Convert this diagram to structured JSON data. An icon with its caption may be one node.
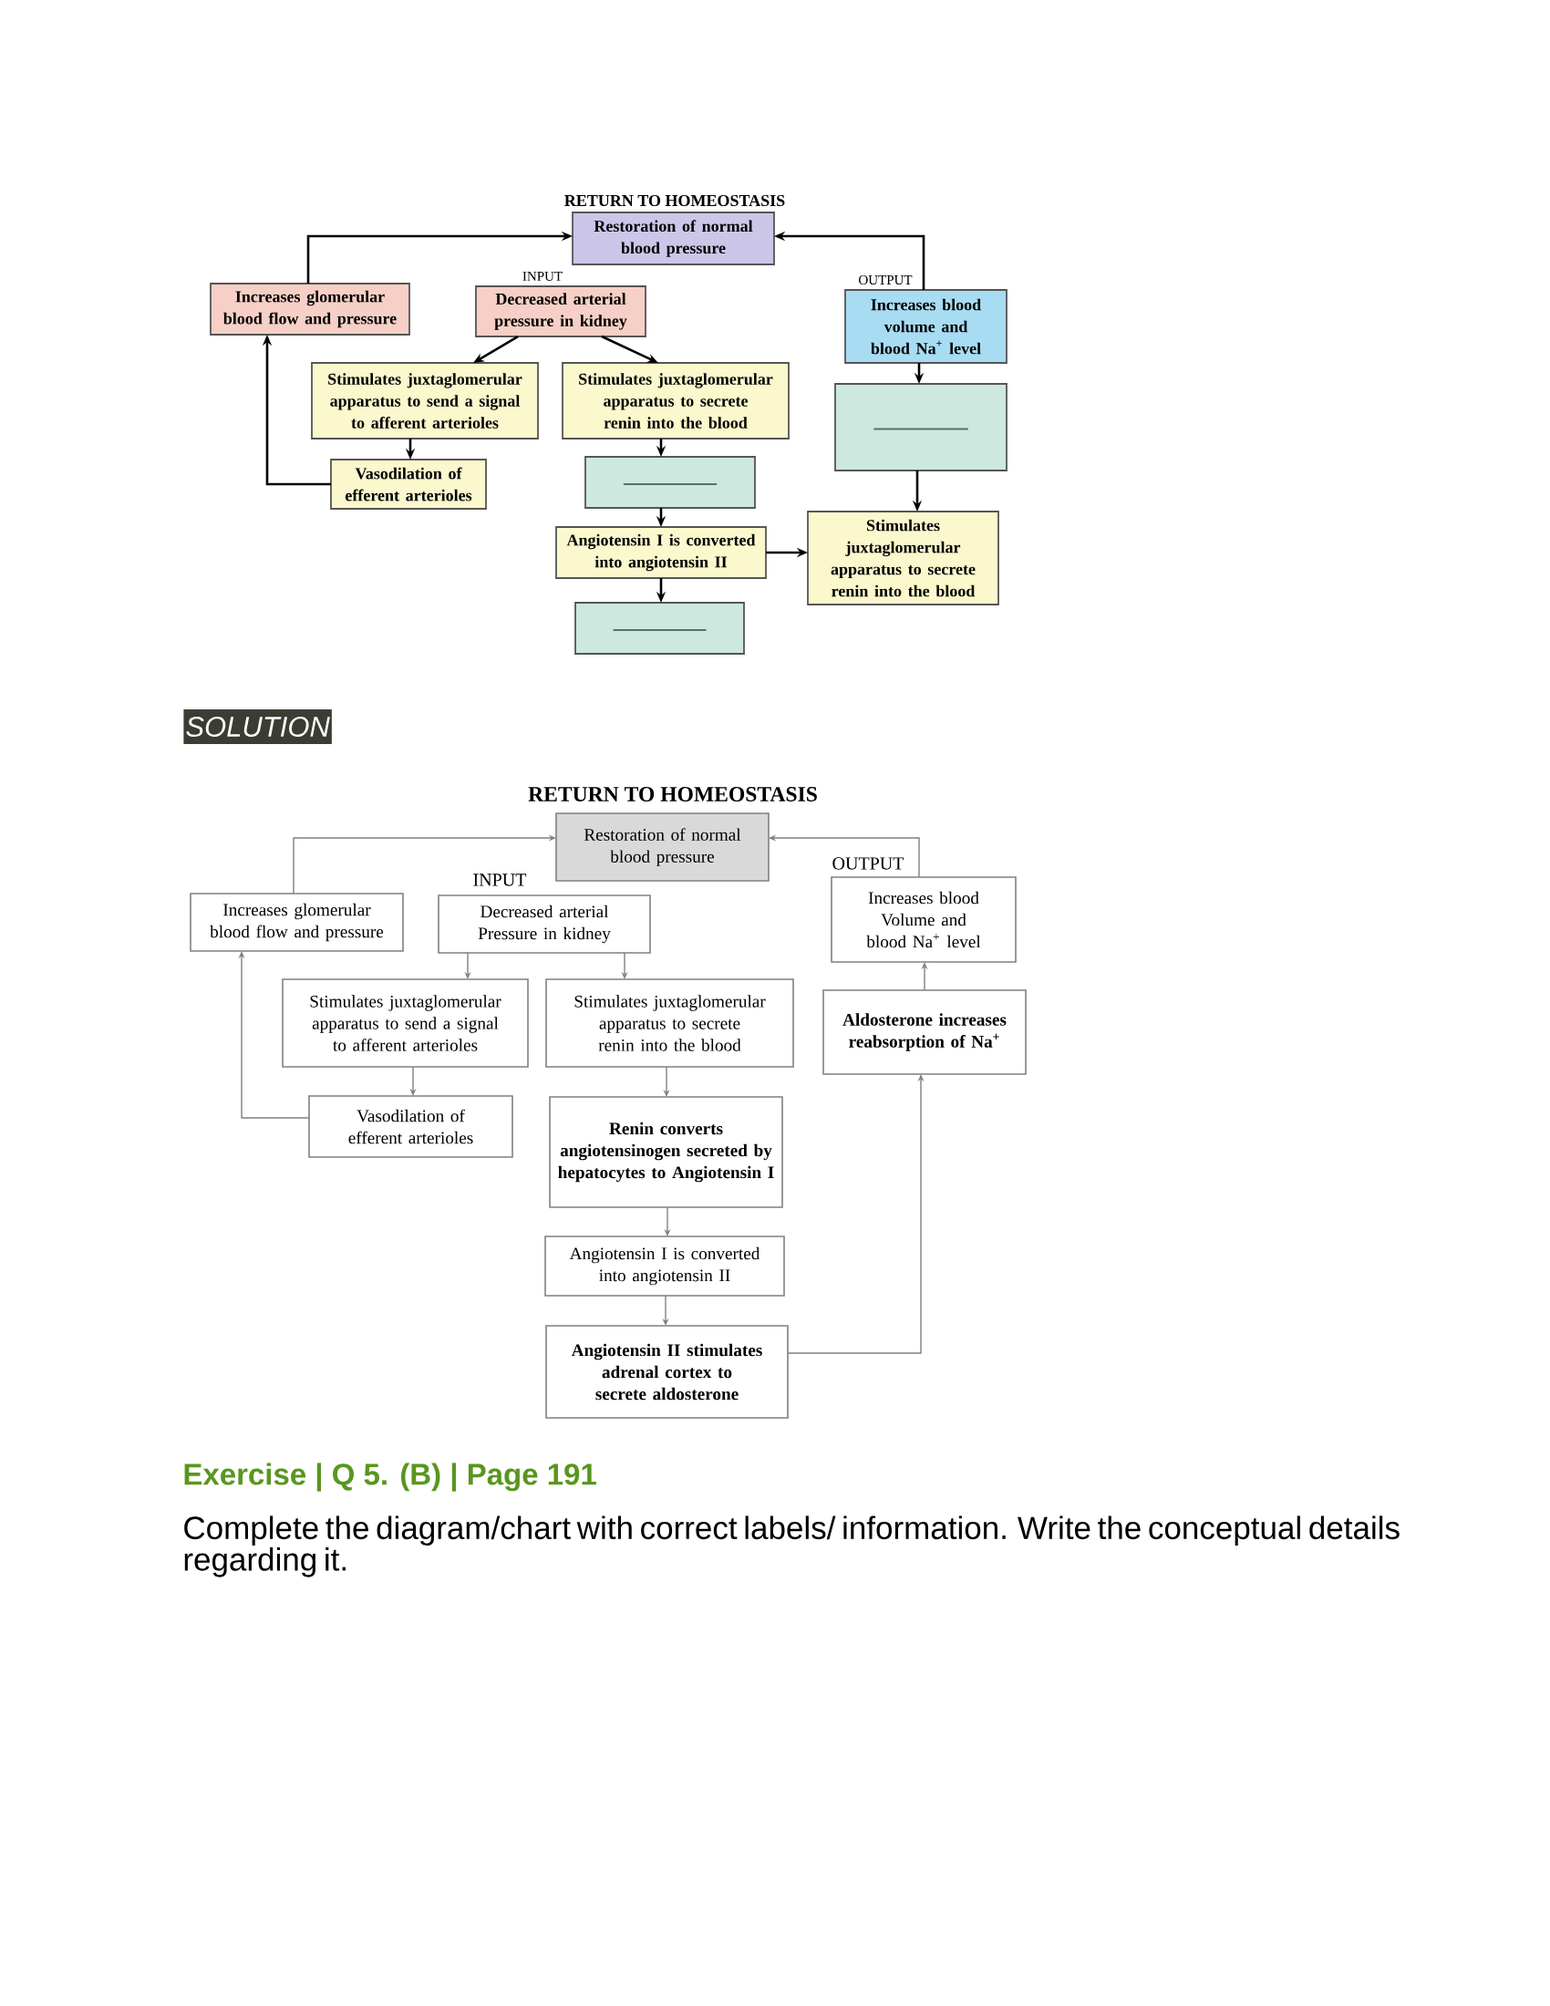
{
  "diagram": {
    "nodes": [
      {
        "text": [
          "Restoration of normal blood pressure"
        ]
      },
      {
        "text": [
          "Increases glomerular blood flow and pressure"
        ]
      },
      {
        "text": [
          "Decreased arterial pressure in kidney"
        ]
      },
      {
        "text": [
          "Increases blood volume and blood Na$^{+}$ level"
        ]
      },
      {
        "text": [
          "Stimulates juxtaglomerular apparatus to send a signal to afferent arterioles"
        ]
      },
      {
        "text": [
          "Stimulates juxtaglomerular apparatus to secrete renin into the blood"
        ]
      },
      {
        "text": [],
        "shape": "box"
      },
      {
        "text": [
          "Vasodilation of efferent arterioles"
        ]
      },
      {
        "text": [],
        "shape": "box"
      },
      {
        "text": [
          "Angiotensin I is converted into angiotensin II"
        ]
      },
      {
        "text": [
          "Stimulates juxtaglomerular apparatus to secrete renin into the blood"
        ]
      },
      {
        "text": [],
        "shape": "box"
      },
      {
        "text": [
          "Restoration of normal blood pressure"
        ]
      },
      {
        "text": [
          "Increases glomerular blood flow and pressure"
        ]
      },
      {
        "text": [
          "Decreased arterial Pressure in kidney"
        ]
      },
      {
        "text": [
          "Increases blood Volume and blood Na$^{+}$ level"
        ]
      },
      {
        "text": [
          "Stimulates juxtaglomerular apparatus to send a signal to afferent arterioles"
        ]
      },
      {
        "text": [
          "Stimulates juxtaglomerular apparatus to secrete renin into the blood"
        ]
      },
      {
        "text": [
          "Aldosterone increases reabsorption of Na$^{+}$"
        ]
      },
      {
        "text": [
          "Vasodilation of efferent arterioles"
        ]
      },
      {
        "text": [
          "Renin converts angiotensinogen secreted by hepatocytes to Angiotensin I"
        ]
      },
      {
        "text": [
          "Angiotensin I is converted into angiotensin II"
        ]
      },
      {
        "text": [
          "Angiotensin II stimulates adrenal cortex to secrete aldosterone"
        ]
      }
    ],
    "edges": [
      {
        "from": 1,
        "to": 0,
        "arrow": "to"
      },
      {
        "from": 3,
        "to": 0,
        "arrow": "to"
      },
      {
        "from": 2,
        "to": 4,
        "arrow": "to"
      },
      {
        "from": 2,
        "to": 5,
        "arrow": "to"
      },
      {
        "from": 4,
        "to": 7,
        "arrow": "to"
      },
      {
        "from": 7,
        "to": 1,
        "arrow": "to"
      },
      {
        "from": 5,
        "to": 8,
        "arrow": "to"
      },
      {
        "from": 8,
        "to": 9,
        "arrow": "to"
      },
      {
        "from": 9,
        "to": 11,
        "arrow": "to"
      },
      {
        "from": 9,
        "to": 10,
        "arrow": "to"
      },
      {
        "from": 3,
        "to": 6,
        "arrow": "to"
      },
      {
        "from": 6,
        "to": 10,
        "arrow": "to"
      },
      {
        "from": 13,
        "to": 12,
        "arrow": "to",
        "color": "#808080"
      },
      {
        "from": 15,
        "to": 12,
        "arrow": "to",
        "color": "#808080"
      },
      {
        "from": 14,
        "to": 16,
        "arrow": "to",
        "color": "#808080"
      },
      {
        "from": 14,
        "to": 17,
        "arrow": "to",
        "color": "#808080"
      },
      {
        "from": 16,
        "to": 19,
        "arrow": "to",
        "color": "#808080"
      },
      {
        "from": 19,
        "to": 13,
        "arrow": "to",
        "color": "#808080"
      },
      {
        "from": 17,
        "to": 20,
        "arrow": "to",
        "color": "#808080"
      },
      {
        "from": 20,
        "to": 21,
        "arrow": "to",
        "color": "#808080"
      },
      {
        "from": 21,
        "to": 22,
        "arrow": "to",
        "color": "#808080"
      },
      {
        "from": 22,
        "to": 18,
        "arrow": "to",
        "color": "#808080"
      },
      {
        "from": 18,
        "to": 15,
        "arrow": "to",
        "color": "#808080"
      }
    ],
    "labels": [
      "RETURN TO HOMEOSTASIS",
      "INPUT",
      "OUTPUT",
      "SOLUTION",
      "RETURN TO HOMEOSTASIS",
      "OUTPUT",
      "INPUT",
      "Exercise | Q 5. (B) | Page 191",
      "Complete the diagram/chart with correct labels/ information. Write the conceptual details regarding it."
    ]
  }
}
